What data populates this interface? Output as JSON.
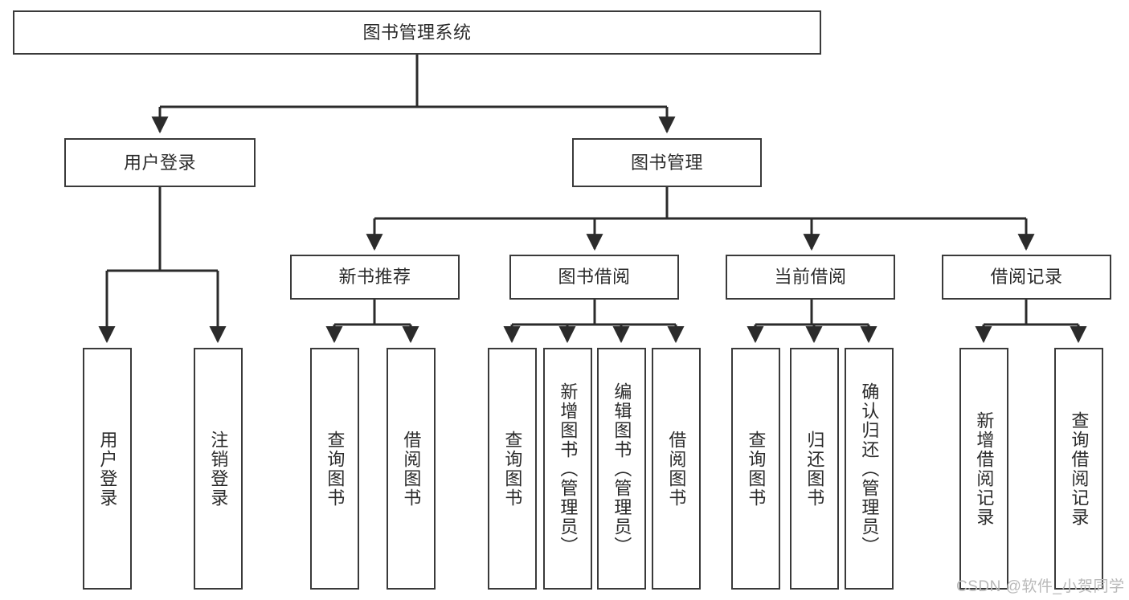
{
  "diagram": {
    "title": "图书管理系统",
    "type": "tree-diagram",
    "orientation": "top-down",
    "colors": {
      "box_border": "#3a3a3a",
      "box_fill": "#ffffff",
      "edge": "#2b2b2b",
      "text": "#2b2b2b",
      "watermark": "#b9b9b9",
      "background": "#ffffff"
    },
    "watermark": "CSDN @软件_小贺同学",
    "levels": {
      "level1": [
        {
          "id": "root",
          "label": "图书管理系统"
        }
      ],
      "level2": [
        {
          "id": "user-login",
          "label": "用户登录"
        },
        {
          "id": "book-manage",
          "label": "图书管理"
        }
      ],
      "level3": [
        {
          "id": "new-book-recommend",
          "label": "新书推荐",
          "parent": "book-manage"
        },
        {
          "id": "book-borrow",
          "label": "图书借阅",
          "parent": "book-manage"
        },
        {
          "id": "current-borrow",
          "label": "当前借阅",
          "parent": "book-manage"
        },
        {
          "id": "borrow-record",
          "label": "借阅记录",
          "parent": "book-manage"
        }
      ],
      "level4": [
        {
          "id": "leaf-user-login",
          "label": "用户登录",
          "parent": "user-login"
        },
        {
          "id": "leaf-user-logout",
          "label": "注销登录",
          "parent": "user-login"
        },
        {
          "id": "leaf-query-books-1",
          "label": "查询图书",
          "parent": "new-book-recommend"
        },
        {
          "id": "leaf-borrow-books-1",
          "label": "借阅图书",
          "parent": "new-book-recommend"
        },
        {
          "id": "leaf-query-books-2",
          "label": "查询图书",
          "parent": "book-borrow"
        },
        {
          "id": "leaf-add-book",
          "label": "新增图书（管理员）",
          "parent": "book-borrow"
        },
        {
          "id": "leaf-edit-book",
          "label": "编辑图书（管理员）",
          "parent": "book-borrow"
        },
        {
          "id": "leaf-borrow-books-2",
          "label": "借阅图书",
          "parent": "book-borrow"
        },
        {
          "id": "leaf-query-books-3",
          "label": "查询图书",
          "parent": "current-borrow"
        },
        {
          "id": "leaf-return-book",
          "label": "归还图书",
          "parent": "current-borrow"
        },
        {
          "id": "leaf-confirm-return",
          "label": "确认归还（管理员）",
          "parent": "current-borrow"
        },
        {
          "id": "leaf-add-record",
          "label": "新增借阅记录",
          "parent": "borrow-record"
        },
        {
          "id": "leaf-query-record",
          "label": "查询借阅记录",
          "parent": "borrow-record"
        }
      ]
    }
  }
}
